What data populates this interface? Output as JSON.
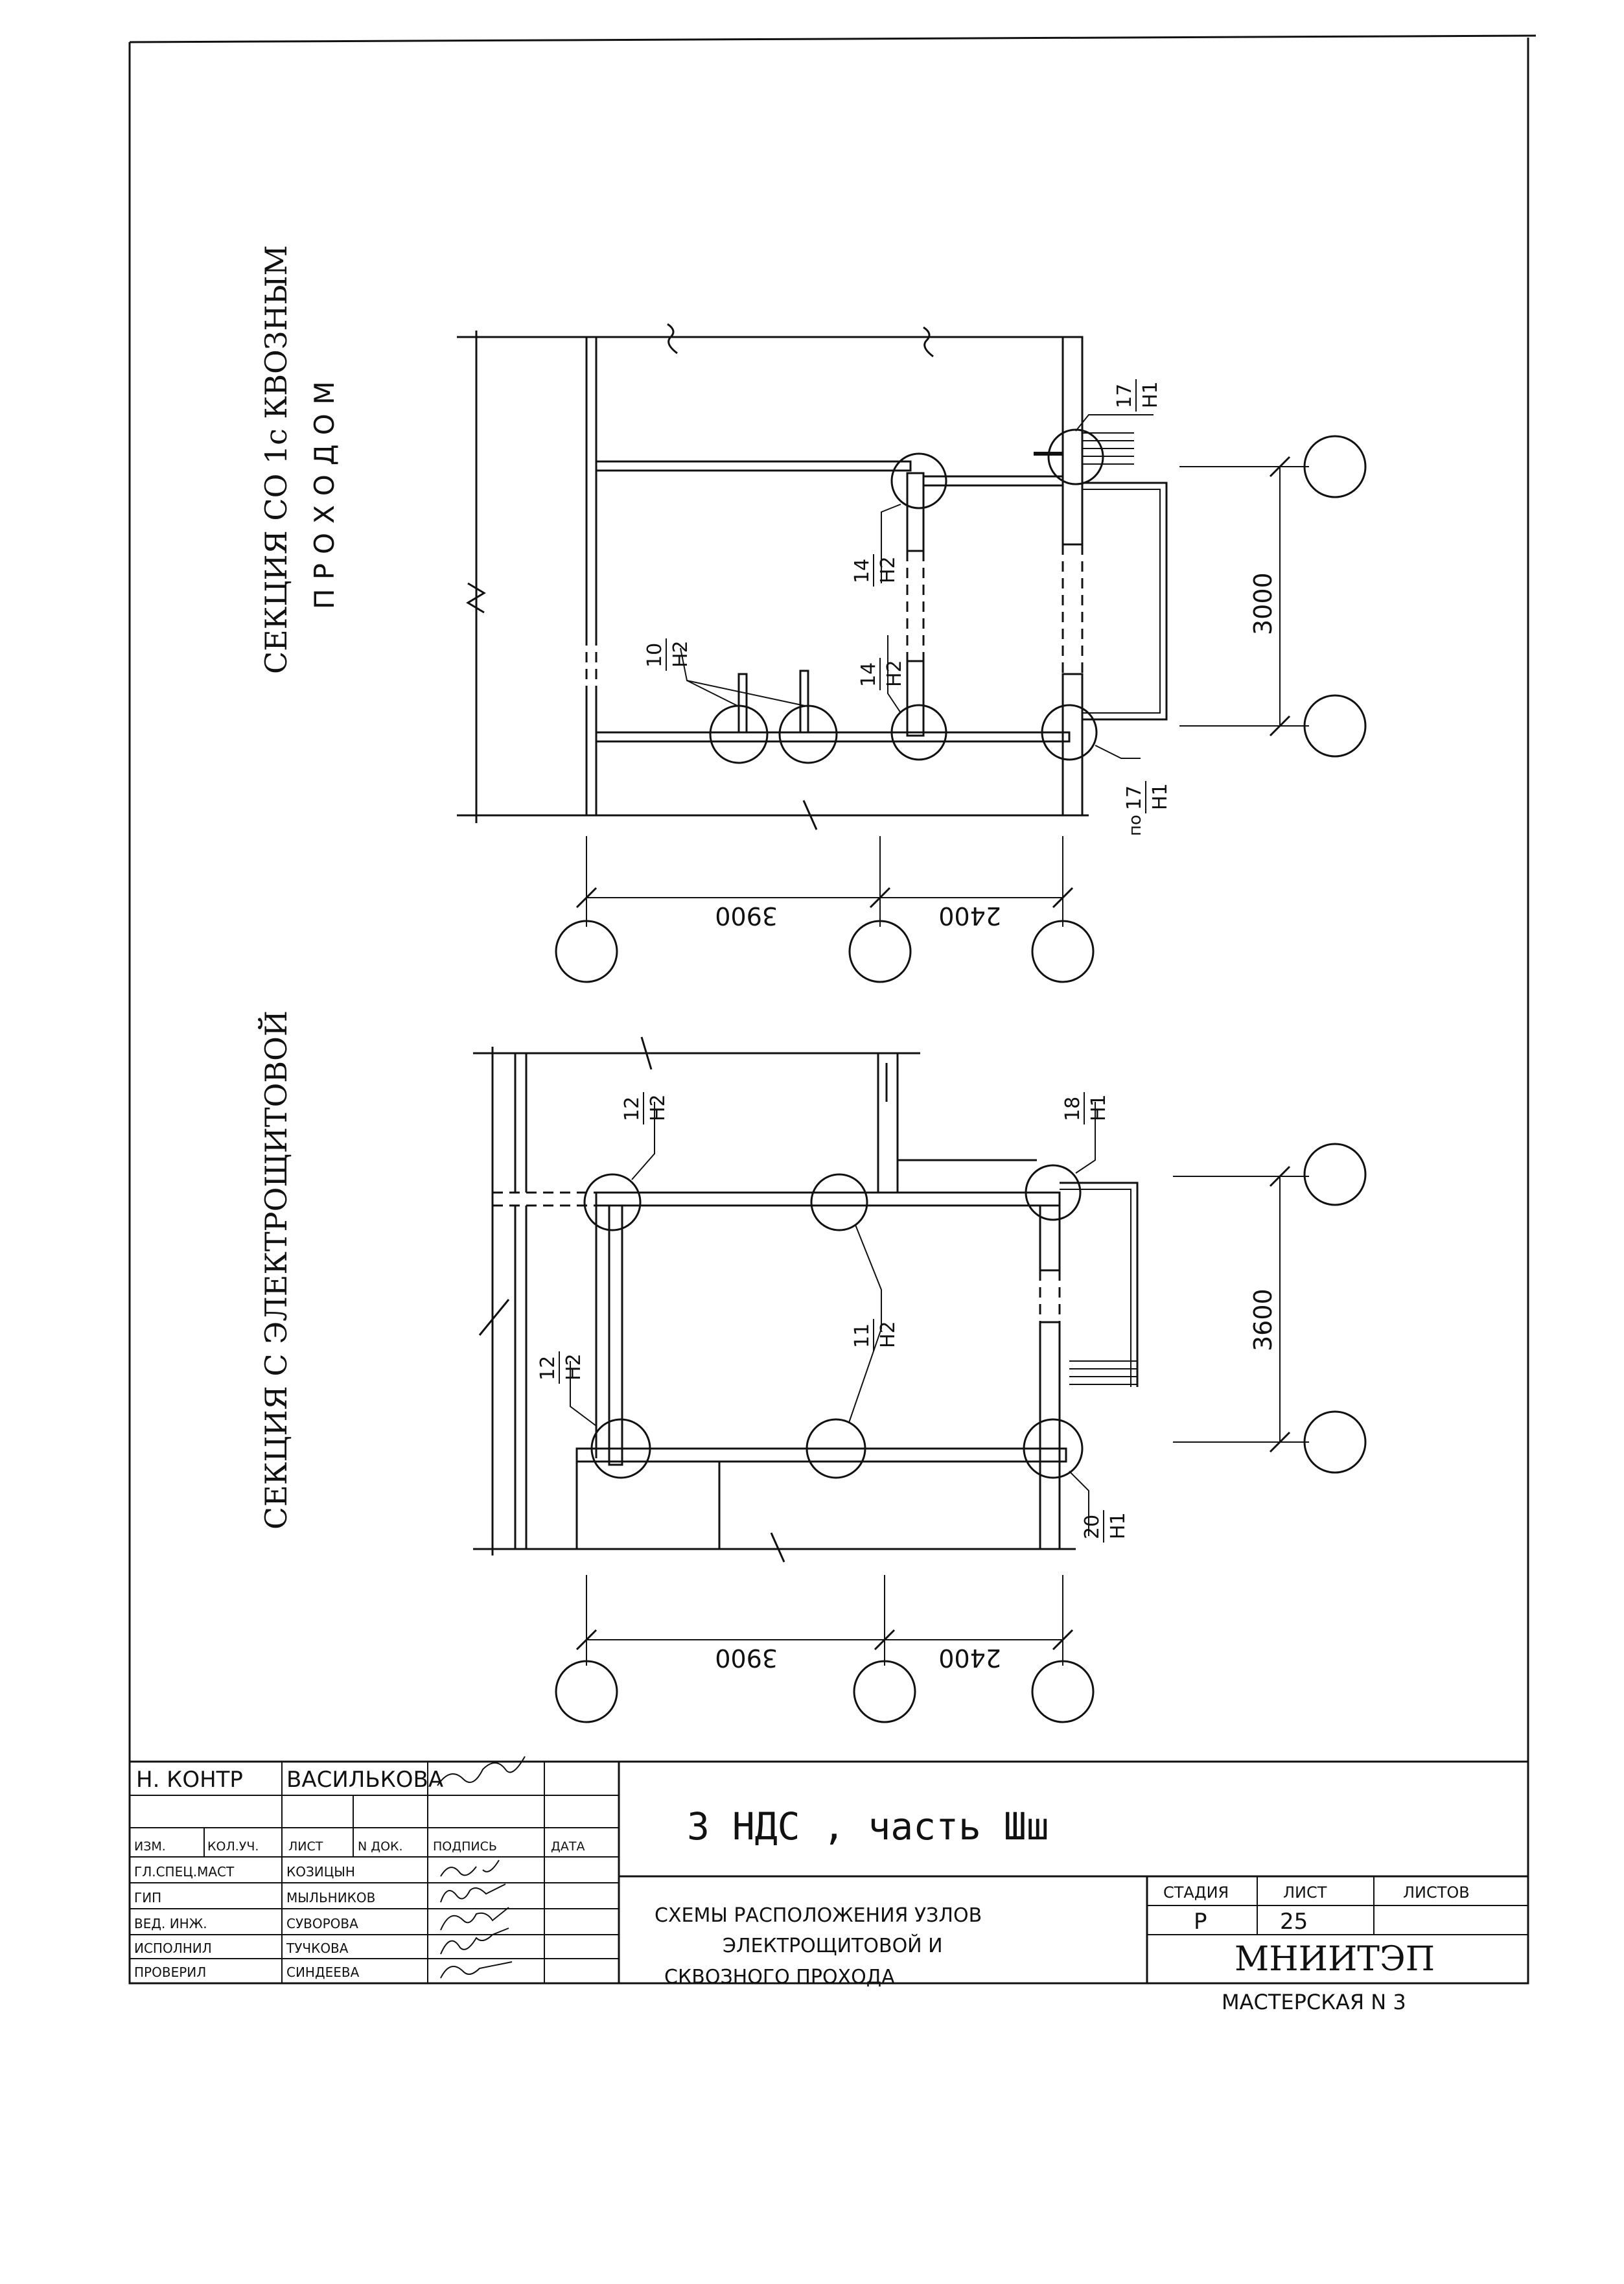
{
  "sections": {
    "top": {
      "title_line1": "СЕКЦИЯ СО 1с КВОЗНЫМ",
      "title_line2": "ПРОХОДОМ",
      "dim_vertical": "3000",
      "dim_h1": "3900",
      "dim_h2": "2400",
      "labels": {
        "l17_top": "17",
        "l17_bot": "Н1",
        "l14a_top": "14",
        "l14a_bot": "Н2",
        "l14b_top": "14",
        "l14b_bot": "Н2",
        "l10_top": "10",
        "l10_bot": "Н2",
        "l17b_pre": "по",
        "l17b_top": "17",
        "l17b_bot": "Н1"
      }
    },
    "bottom": {
      "title": "СЕКЦИЯ С ЭЛЕКТРОЩИТОВОЙ",
      "dim_vertical": "3600",
      "dim_h1": "3900",
      "dim_h2": "2400",
      "labels": {
        "l12a_top": "12",
        "l12a_bot": "Н2",
        "l18_top": "18",
        "l18_bot": "Н1",
        "l11_top": "11",
        "l11_bot": "Н2",
        "l12b_top": "12",
        "l12b_bot": "Н2",
        "l20_top": "20",
        "l20_bot": "Н1"
      }
    }
  },
  "title_block": {
    "n_kontr": "Н. КОНТР",
    "n_kontr_name": "ВАСИЛЬКОВА",
    "headers": [
      "ИЗМ.",
      "КОЛ.УЧ.",
      "ЛИСТ",
      "N ДОК.",
      "ПОДПИСЬ",
      "ДАТА"
    ],
    "rows": [
      {
        "role": "ГЛ.СПЕЦ.МАСТ",
        "name": "КОЗИЦЫН"
      },
      {
        "role": "ГИП",
        "name": "МЫЛЬНИКОВ"
      },
      {
        "role": "ВЕД. ИНЖ.",
        "name": "СУВОРОВА"
      },
      {
        "role": "ИСПОЛНИЛ",
        "name": "ТУЧКОВА"
      },
      {
        "role": "ПРОВЕРИЛ",
        "name": "СИНДЕЕВА"
      }
    ],
    "project": "3 НДС , часть Шш",
    "desc_line1": "СХЕМЫ РАСПОЛОЖЕНИЯ УЗЛОВ",
    "desc_line2": "ЭЛЕКТРОЩИТОВОЙ И",
    "desc_line3": "СКВОЗНОГО ПРОХОДА",
    "stage_label": "СТАДИЯ",
    "sheet_label": "ЛИСТ",
    "sheets_label": "ЛИСТОВ",
    "stage": "Р",
    "sheet": "25",
    "sheets": "",
    "org": "МНИИТЭП",
    "workshop": "МАСТЕРСКАЯ N 3"
  }
}
